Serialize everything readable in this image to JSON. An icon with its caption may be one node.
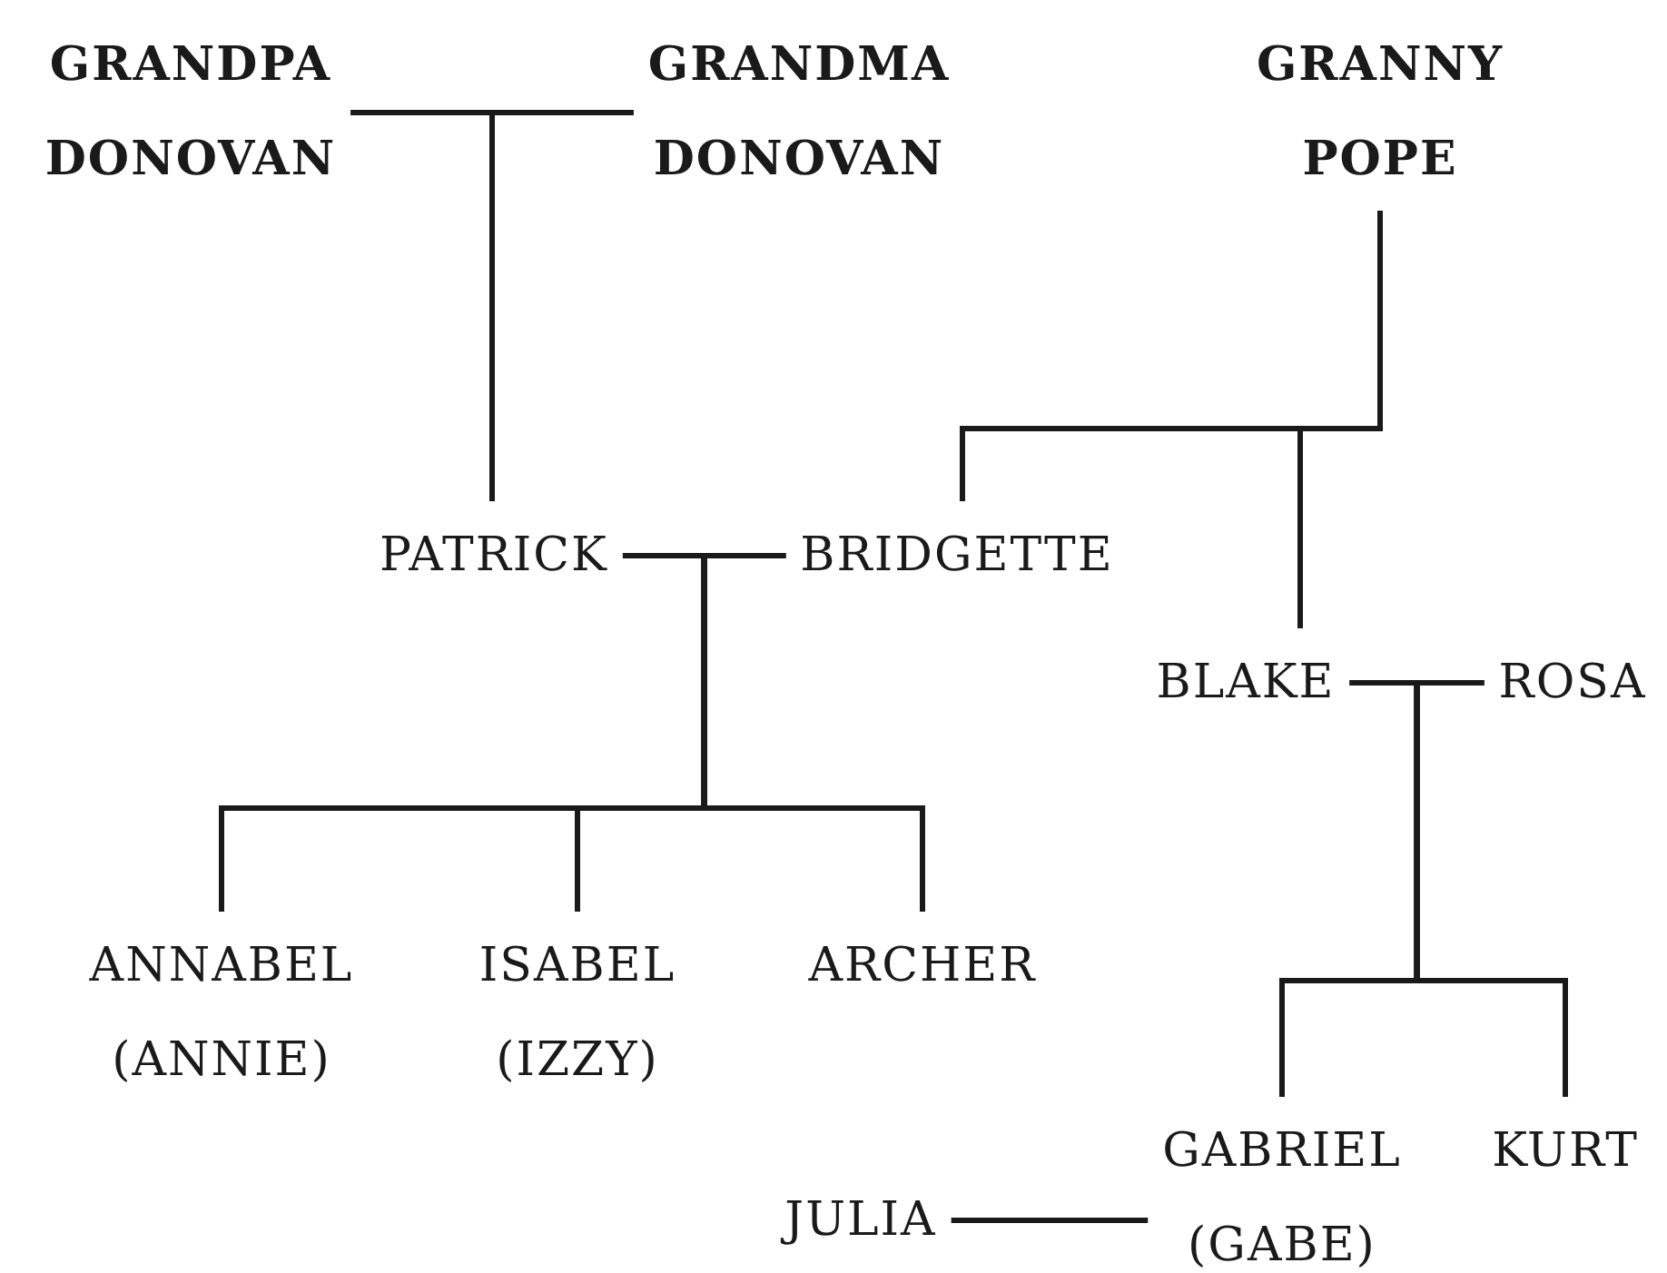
{
  "diagram": {
    "nodes": [
      {
        "text": [
          "GRANDPA DONOVAN"
        ]
      },
      {
        "text": [
          "GRANDMA DONOVAN"
        ]
      },
      {
        "text": [
          "GRANNY POPE"
        ]
      },
      {
        "text": [
          "PATRICK"
        ]
      },
      {
        "text": [
          "BRIDGETTE"
        ]
      },
      {
        "text": [
          "BLAKE"
        ]
      },
      {
        "text": [
          "ROSA"
        ]
      },
      {
        "text": [
          "ANNABEL (ANNIE)"
        ]
      },
      {
        "text": [
          "ISABEL (IZZY)"
        ]
      },
      {
        "text": [
          "ARCHER"
        ]
      },
      {
        "text": [
          "GABRIEL (GABE)"
        ]
      },
      {
        "text": [
          "KURT"
        ]
      },
      {
        "text": [
          "JULIA"
        ]
      }
    ],
    "edges": [
      {
        "from": 0,
        "to": 1,
        "arrow": "none"
      },
      {
        "from": 0,
        "to": 3,
        "arrow": "none"
      },
      {
        "from": 1,
        "to": 3,
        "arrow": "none"
      },
      {
        "from": 2,
        "to": 4,
        "arrow": "none"
      },
      {
        "from": 2,
        "to": 5,
        "arrow": "none"
      },
      {
        "from": 3,
        "to": 4,
        "arrow": "none"
      },
      {
        "from": 3,
        "to": 7,
        "arrow": "none"
      },
      {
        "from": 3,
        "to": 8,
        "arrow": "none"
      },
      {
        "from": 3,
        "to": 9,
        "arrow": "none"
      },
      {
        "from": 4,
        "to": 7,
        "arrow": "none"
      },
      {
        "from": 4,
        "to": 8,
        "arrow": "none"
      },
      {
        "from": 4,
        "to": 9,
        "arrow": "none"
      },
      {
        "from": 5,
        "to": 6,
        "arrow": "none"
      },
      {
        "from": 5,
        "to": 10,
        "arrow": "none"
      },
      {
        "from": 5,
        "to": 11,
        "arrow": "none"
      },
      {
        "from": 6,
        "to": 10,
        "arrow": "none"
      },
      {
        "from": 6,
        "to": 11,
        "arrow": "none"
      },
      {
        "from": 12,
        "to": 10,
        "arrow": "none"
      }
    ]
  }
}
